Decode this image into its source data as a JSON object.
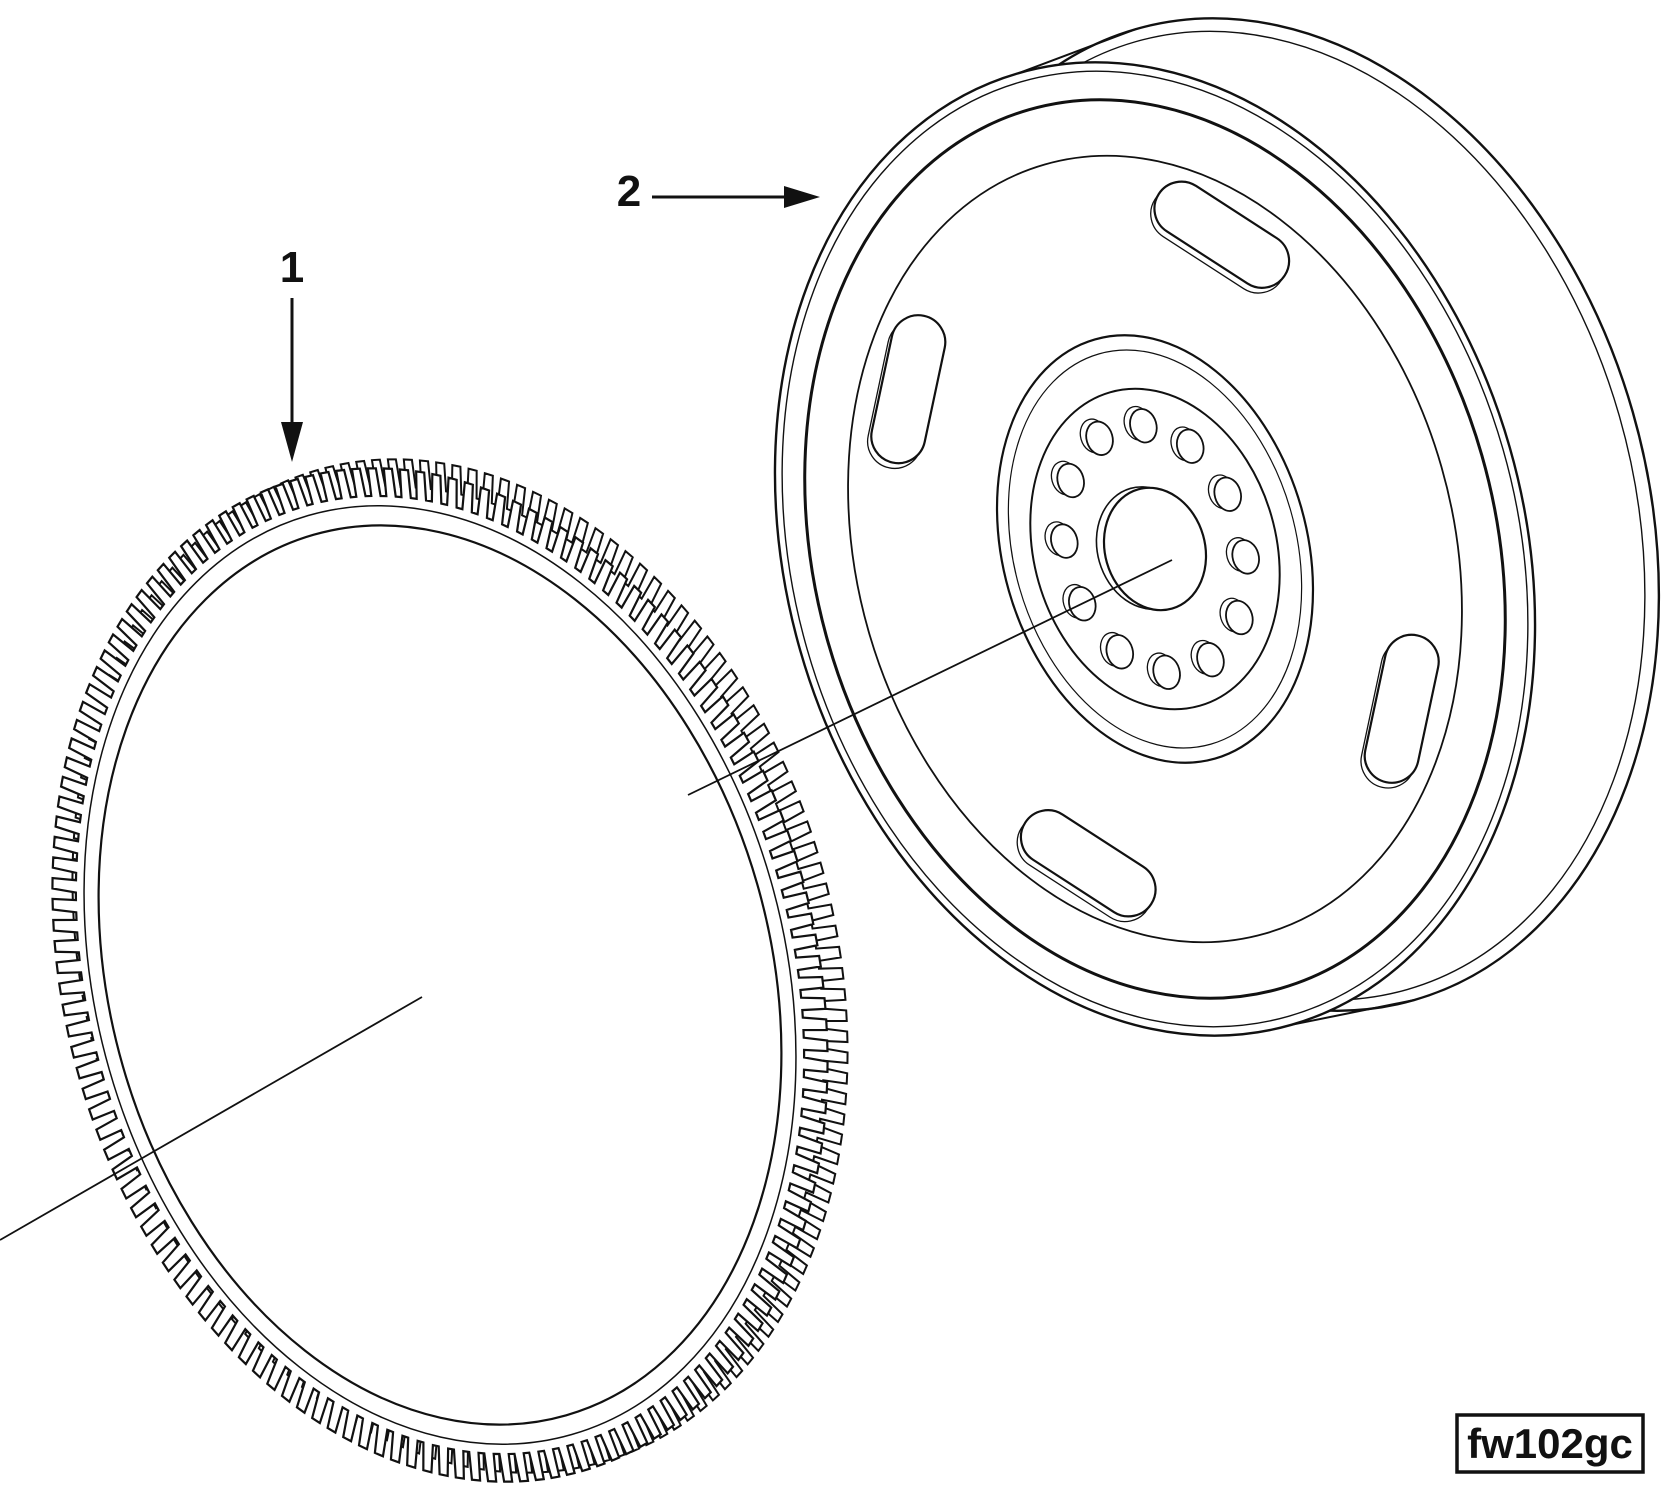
{
  "colors": {
    "ink": "#111111",
    "background": "#ffffff"
  },
  "figure": {
    "callouts": [
      {
        "number": "1"
      },
      {
        "number": "2"
      }
    ],
    "code": "fw102gc"
  }
}
